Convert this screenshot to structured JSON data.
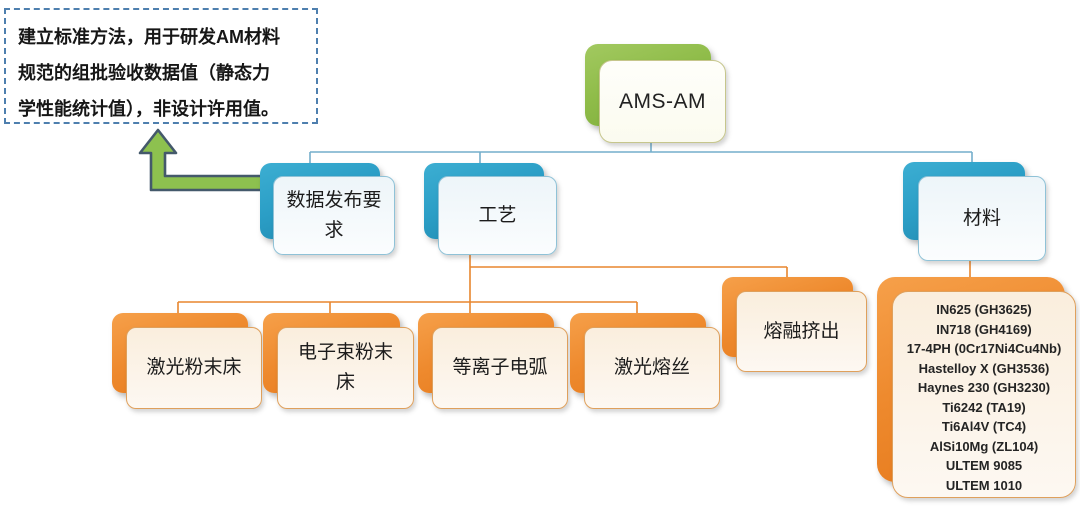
{
  "callout": {
    "lines": [
      "建立标准方法，用于研发AM材料",
      "规范的组批验收数据值（静态力",
      "学性能统计值），非设计许用值。"
    ]
  },
  "tree": {
    "root": {
      "label": "AMS-AM"
    },
    "branches": [
      {
        "label": "数据发布要求"
      },
      {
        "label": "工艺"
      },
      {
        "label": "材料"
      }
    ],
    "processes": [
      {
        "label": "激光粉末床"
      },
      {
        "label": "电子束粉末床"
      },
      {
        "label": "等离子电弧"
      },
      {
        "label": "激光熔丝"
      },
      {
        "label": "熔融挤出"
      }
    ],
    "materials": [
      "IN625 (GH3625)",
      "IN718 (GH4169)",
      "17-4PH (0Cr17Ni4Cu4Nb)",
      "Hastelloy X (GH3536)",
      "Haynes 230 (GH3230)",
      "Ti6242 (TA19)",
      "Ti6Al4V (TC4)",
      "AlSi10Mg (ZL104)",
      "ULTEM 9085",
      "ULTEM 1010"
    ]
  },
  "colors": {
    "root-green": "#8fbc49",
    "branch-teal": "#2b9ec6",
    "process-orange": "#ee8a2e",
    "front-cool": "#edf5f9",
    "front-warm": "#faeedd",
    "connector-blue": "#74aecb",
    "connector-orange": "#e8862e",
    "callout-border": "#4e7fae",
    "arrow-green": "#8dc14f",
    "arrow-outline": "#44596b",
    "text": "#1c1c1c"
  }
}
